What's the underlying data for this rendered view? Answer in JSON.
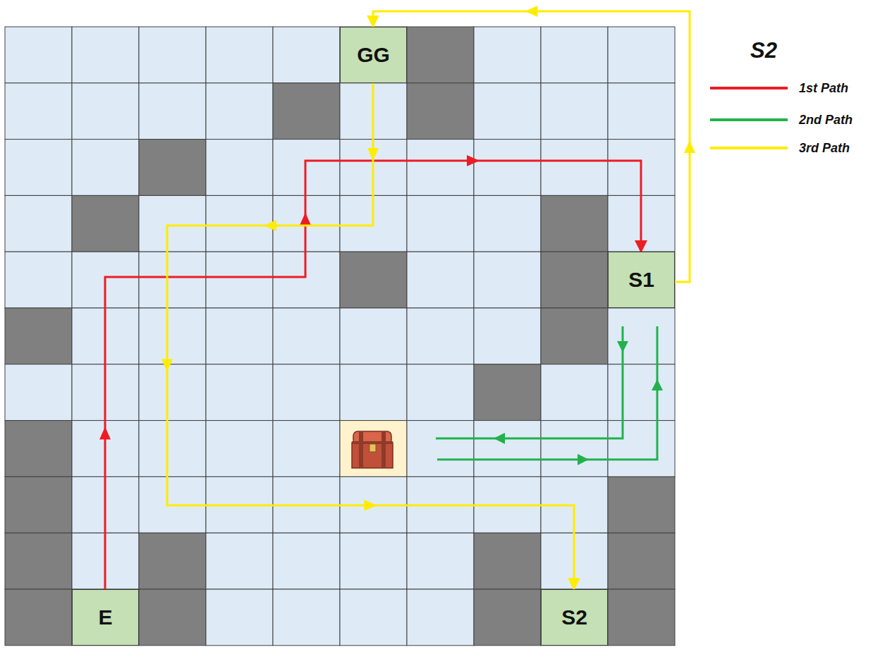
{
  "diagram": {
    "title": "S2",
    "nodes": [
      {
        "text": [
          "GG"
        ]
      },
      {
        "text": [
          "S1"
        ]
      },
      {
        "text": [
          "E"
        ]
      },
      {
        "text": [
          "S2"
        ]
      }
    ],
    "edges": [
      {
        "from": 2,
        "to": 1,
        "arrow": "to"
      },
      {
        "from": 1,
        "to": 0,
        "arrow": "to"
      },
      {
        "from": 0,
        "to": 3,
        "arrow": "to"
      }
    ],
    "legend": [
      {
        "text": "1st Path"
      },
      {
        "text": "2nd Path"
      },
      {
        "text": "3rd Path"
      }
    ]
  }
}
